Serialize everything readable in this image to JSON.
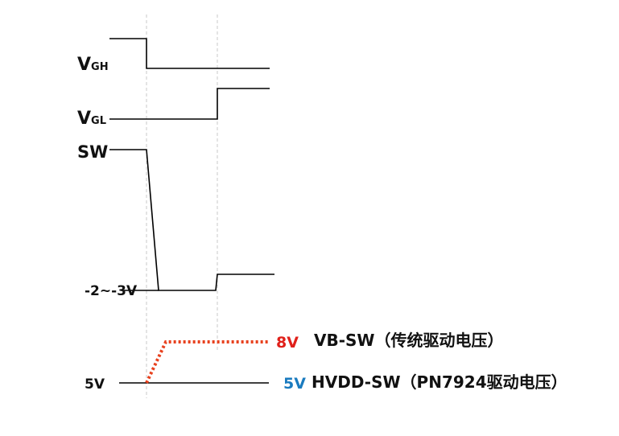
{
  "signals": {
    "vgh": {
      "main": "V",
      "sub": "GH"
    },
    "vgl": {
      "main": "V",
      "sub": "GL"
    },
    "sw": {
      "label": "SW",
      "low_level": "-2~-3V"
    },
    "bottom": {
      "left_level": "5V"
    }
  },
  "legend": {
    "vb": {
      "voltage": "8V",
      "name": "VB-SW（传统驱动电压）",
      "color": "#e8411e"
    },
    "hvdd": {
      "voltage": "5V",
      "name": "HVDD-SW（PN7924驱动电压）",
      "color": "#1a7bbf"
    }
  },
  "colors": {
    "line": "#000000",
    "guide": "#c8c8c8",
    "vb_dotted": "#e8411e",
    "vb_label": "#e0201a",
    "hvdd_label": "#1a7bbf"
  }
}
